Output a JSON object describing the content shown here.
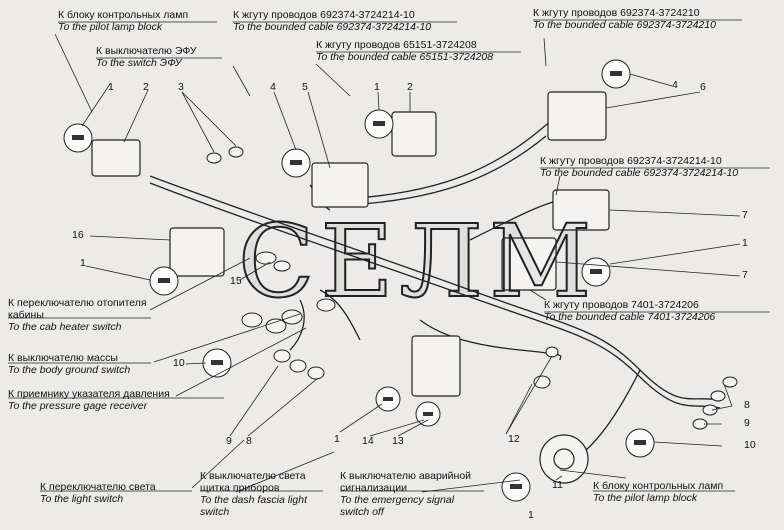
{
  "watermark": "СЕЛМ",
  "labels": [
    {
      "ru": "К блоку контрольных ламп",
      "en": "To the pilot lamp block"
    },
    {
      "ru": "К выключателю ЭФУ",
      "en": "To the switch ЭФУ"
    },
    {
      "ru": "К жгуту проводов 692374-3724214-10",
      "en": "To the bounded cable 692374-3724214-10"
    },
    {
      "ru": "К жгуту проводов 65151-3724208",
      "en": "To the bounded cable 65151-3724208"
    },
    {
      "ru": "К жгуту проводов 692374-3724210",
      "en": "To the bounded cable 692374-3724210"
    },
    {
      "ru": "К жгуту проводов 692374-3724214-10",
      "en": "To the bounded cable 692374-3724214-10"
    },
    {
      "ru": "К жгуту проводов 7401-3724206",
      "en": "To the bounded cable 7401-3724206"
    },
    {
      "ru": "К переключателю отопителя кабины",
      "en": "To the cab heater switch"
    },
    {
      "ru": "К выключателю массы",
      "en": "To the body ground switch"
    },
    {
      "ru": "К приемнику указателя давления",
      "en": "To the pressure gage receiver"
    },
    {
      "ru": "К переключателю света",
      "en": "To the light switch"
    },
    {
      "ru": "К выключателю света щитка приборов",
      "en": "To the dash fascia light switch"
    },
    {
      "ru": "К выключателю аварийной сигнализации",
      "en": "To the emergency signal switch off"
    },
    {
      "ru": "К блоку контрольных ламп",
      "en": "To the pilot lamp block"
    }
  ],
  "callouts": [
    "1",
    "2",
    "3",
    "4",
    "5",
    "1",
    "2",
    "4",
    "6",
    "7",
    "16",
    "1",
    "15",
    "1",
    "7",
    "10",
    "9",
    "8",
    "1",
    "14",
    "13",
    "12",
    "11",
    "8",
    "9",
    "10",
    "1"
  ]
}
